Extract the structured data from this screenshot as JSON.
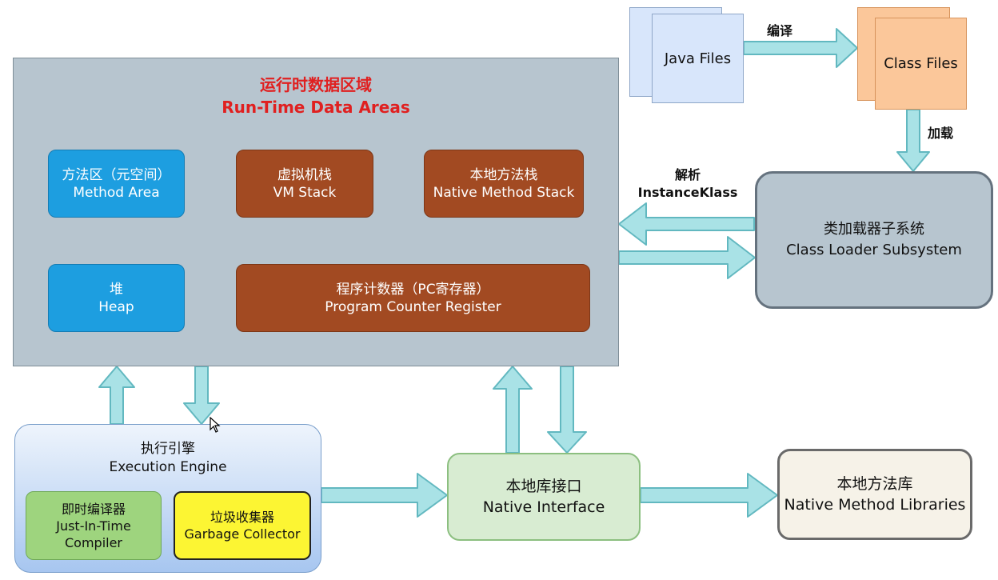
{
  "runtime": {
    "title_cn": "运行时数据区域",
    "title_en": "Run-Time Data Areas"
  },
  "method_area": {
    "cn": "方法区（元空间）",
    "en": "Method Area"
  },
  "vm_stack": {
    "cn": "虚拟机栈",
    "en": "VM Stack"
  },
  "native_stack": {
    "cn": "本地方法栈",
    "en": "Native Method Stack"
  },
  "heap": {
    "cn": "堆",
    "en": "Heap"
  },
  "pc": {
    "cn": "程序计数器（PC寄存器）",
    "en": "Program Counter Register"
  },
  "java_files": "Java Files",
  "class_files": "Class Files",
  "compile_label": "编译",
  "load_label": "加载",
  "parse_label": {
    "cn": "解析",
    "en": "InstanceKlass"
  },
  "class_loader": {
    "cn": "类加载器子系统",
    "en": "Class Loader Subsystem"
  },
  "exec_engine": {
    "cn": "执行引擎",
    "en": "Execution Engine"
  },
  "jit": {
    "cn": "即时编译器",
    "en1": "Just-In-Time",
    "en2": "Compiler"
  },
  "gc": {
    "cn": "垃圾收集器",
    "en": "Garbage Collector"
  },
  "native_interface": {
    "cn": "本地库接口",
    "en": "Native Interface"
  },
  "native_libs": {
    "cn": "本地方法库",
    "en": "Native Method Libraries"
  },
  "colors": {
    "arrow_fill": "#a9e2e6",
    "arrow_stroke": "#62b8c0",
    "title_red": "#e02020"
  }
}
